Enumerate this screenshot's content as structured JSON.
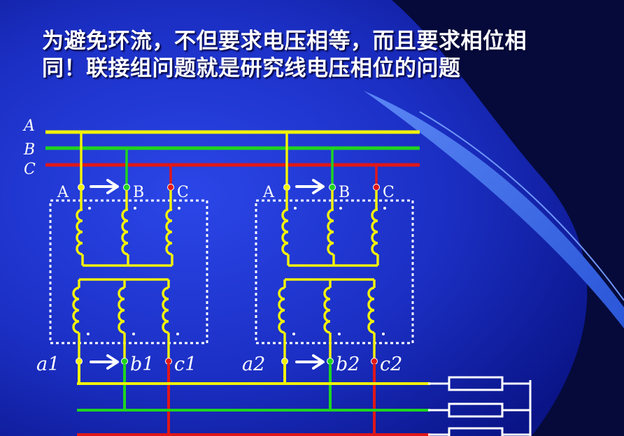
{
  "title": {
    "line1": "为避免环流，不但要求电压相等，而且要求相位相",
    "line2": "同！联接组问题就是研究线电压相位的问题"
  },
  "bus_labels": {
    "a": "A",
    "b": "B",
    "c": "C"
  },
  "transformers": [
    {
      "primary": [
        "A",
        "B",
        "C"
      ],
      "secondary": [
        "a1",
        "b1",
        "c1"
      ]
    },
    {
      "primary": [
        "A",
        "B",
        "C"
      ],
      "secondary": [
        "a2",
        "b2",
        "c2"
      ]
    }
  ],
  "colors": {
    "background": "#0b1680",
    "phase_a": "#f2f20a",
    "phase_b": "#1fd41f",
    "phase_c": "#e01818",
    "coil": "#f2f20a",
    "core_outline": "#ffffff",
    "label": "#ffffff",
    "load": "#ffffff"
  },
  "icons": [
    "arrow-right-icon"
  ]
}
